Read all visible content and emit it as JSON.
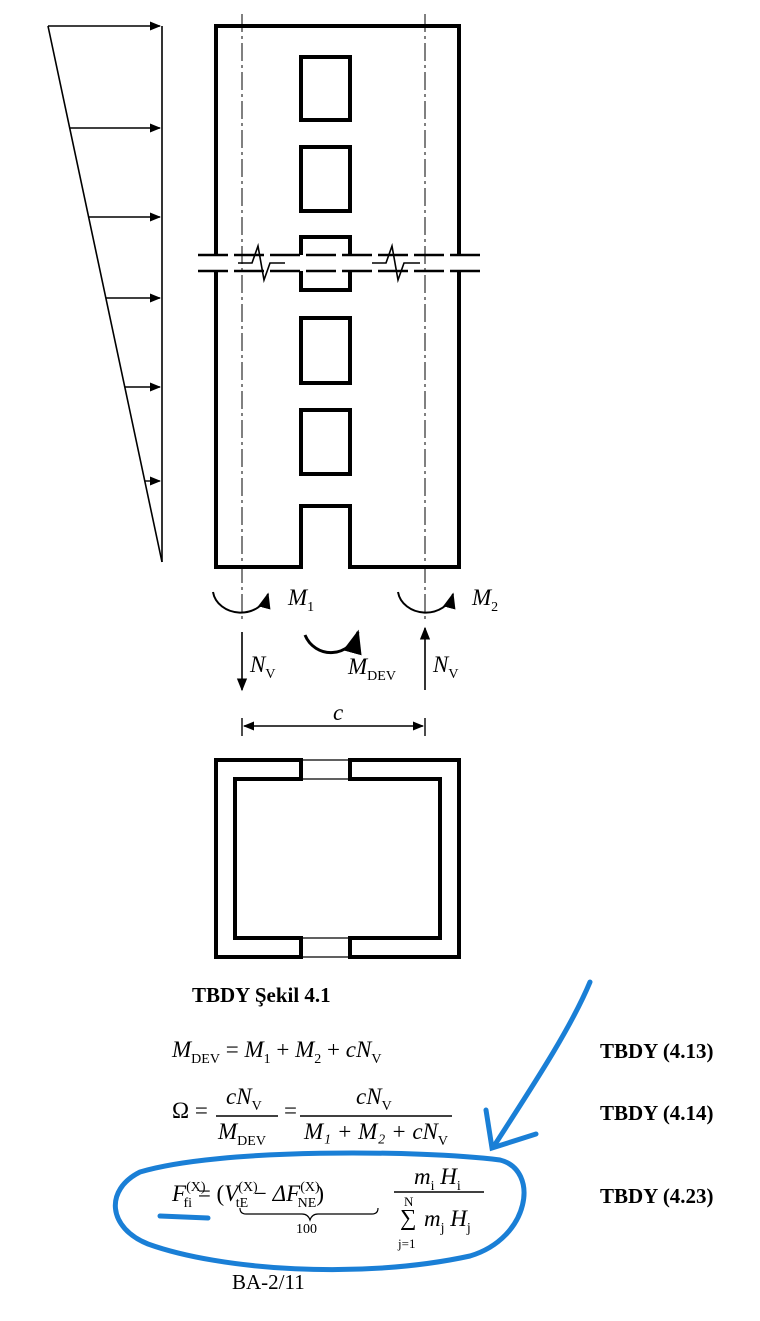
{
  "figure": {
    "moment_left_symbol": "M",
    "moment_left_sub": "1",
    "moment_right_symbol": "M",
    "moment_right_sub": "2",
    "moment_dev_symbol": "M",
    "moment_dev_sub": "DEV",
    "axial_left_symbol": "N",
    "axial_left_sub": "V",
    "axial_right_symbol": "N",
    "axial_right_sub": "V",
    "distance_symbol": "c"
  },
  "caption": "TBDY Şekil 4.1",
  "equations": [
    {
      "label": "TBDY (4.13)"
    },
    {
      "label": "TBDY (4.14)"
    },
    {
      "label": "TBDY (4.23)"
    }
  ],
  "eq413": {
    "lhs": "M",
    "lhs_sub": "DEV",
    "eq": "=",
    "t1": "M",
    "t1_sub": "1",
    "plus1": "+",
    "t2": "M",
    "t2_sub": "2",
    "plus2": "+",
    "t3": "cN",
    "t3_sub": "V"
  },
  "eq414": {
    "lhs": "Ω",
    "eq1": "=",
    "num1": "cN",
    "num1_sub": "V",
    "den1": "M",
    "den1_sub": "DEV",
    "eq2": "=",
    "num2": "cN",
    "num2_sub": "V",
    "den2": "M₁ + M₂ + cN",
    "den2_sub": "V"
  },
  "eq423": {
    "lhs": "F",
    "lhs_sup": "(X)",
    "lhs_sub": "fi",
    "eq": "=",
    "paren_open": "(",
    "v": "V",
    "v_sup": "(X)",
    "v_sub": "tE",
    "minus": "−",
    "df": "ΔF",
    "df_sup": "(X)",
    "df_sub": "NE",
    "paren_close": ")",
    "under": "100",
    "num": "m",
    "num_sub": "i",
    "num2": "H",
    "num2_sub": "i",
    "sum_top": "N",
    "sum_sym": "∑",
    "sum_bot": "j=1",
    "den": "m",
    "den_sub": "j",
    "den2": "H",
    "den2_sub": "j"
  },
  "page_number": "BA-2/11",
  "annotation_color": "#1a7fd6"
}
